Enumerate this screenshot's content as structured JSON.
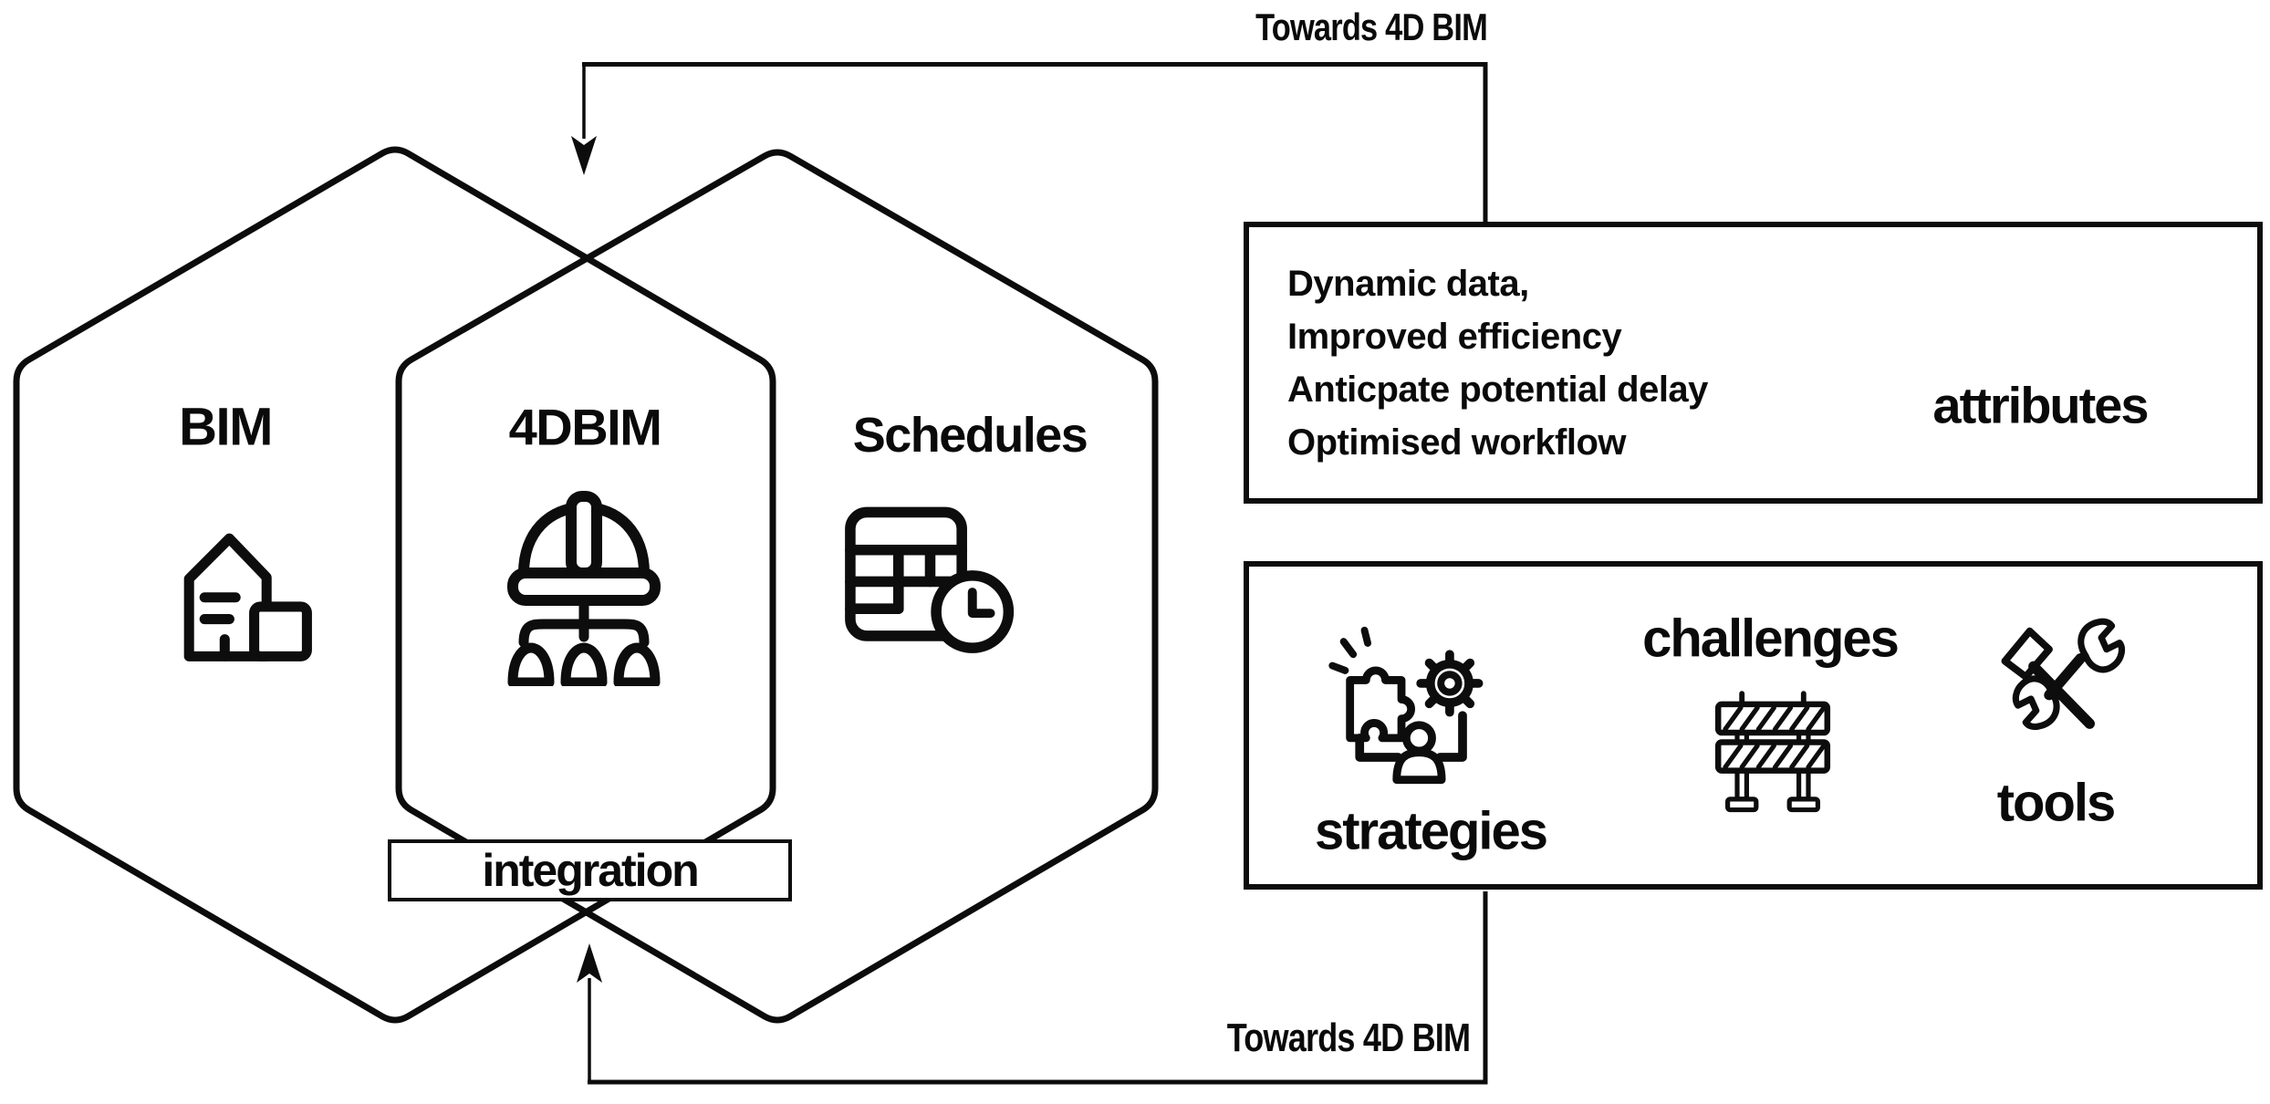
{
  "diagram": {
    "top_flow_label": "Towards 4D BIM",
    "bottom_flow_label": "Towards 4D BIM",
    "venn": {
      "left": {
        "label": "BIM",
        "icon": "building-icon"
      },
      "center": {
        "label": "4DBIM",
        "icon": "hardhat-team-icon"
      },
      "right": {
        "label": "Schedules",
        "icon": "schedule-clock-icon"
      },
      "overlap_label": "integration"
    },
    "attributes_box": {
      "items": [
        "Dynamic data,",
        "Improved efficiency",
        "Anticpate potential delay",
        "Optimised workflow"
      ],
      "title": "attributes"
    },
    "themes_box": {
      "strategies_label": "strategies",
      "strategies_icon": "strategy-icon",
      "challenges_label": "challenges",
      "challenges_icon": "barrier-icon",
      "tools_label": "tools",
      "tools_icon": "tools-icon"
    },
    "colors": {
      "ink": "#0a0a0a",
      "background": "#ffffff"
    }
  }
}
